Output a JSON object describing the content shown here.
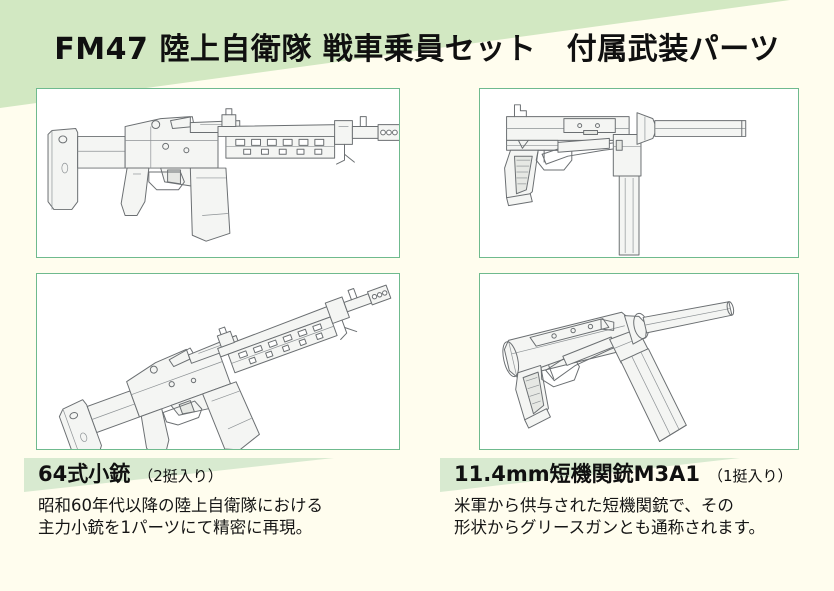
{
  "page": {
    "background_color": "#fffdee",
    "accent_green": "#d2e8c2",
    "panel_border_color": "#6fba8e"
  },
  "header": {
    "title": "FM47 陸上自衛隊 戦車乗員セット　付属武装パーツ"
  },
  "panels": [
    {
      "name": "type64-rifle-side-view",
      "subject": "64式小銃 側面図",
      "illustration": "line-art-rifle-profile"
    },
    {
      "name": "m3a1-smg-side-view",
      "subject": "11.4mm短機関銃M3A1 側面図",
      "illustration": "line-art-submachinegun-profile"
    },
    {
      "name": "type64-rifle-angled-view",
      "subject": "64式小銃 斜視図",
      "illustration": "line-art-rifle-perspective"
    },
    {
      "name": "m3a1-smg-angled-view",
      "subject": "11.4mm短機関銃M3A1 斜視図",
      "illustration": "line-art-submachinegun-perspective"
    }
  ],
  "captions": {
    "left": {
      "title": "64式小銃",
      "quantity": "（2挺入り）",
      "body_lines": [
        "昭和60年代以降の陸上自衛隊における",
        "主力小銃を1パーツにて精密に再現。"
      ]
    },
    "right": {
      "title": "11.4mm短機関銃M3A1",
      "quantity": "（1挺入り）",
      "body_lines": [
        "米軍から供与された短機関銃で、その",
        "形状からグリースガンとも通称されます。"
      ]
    }
  }
}
